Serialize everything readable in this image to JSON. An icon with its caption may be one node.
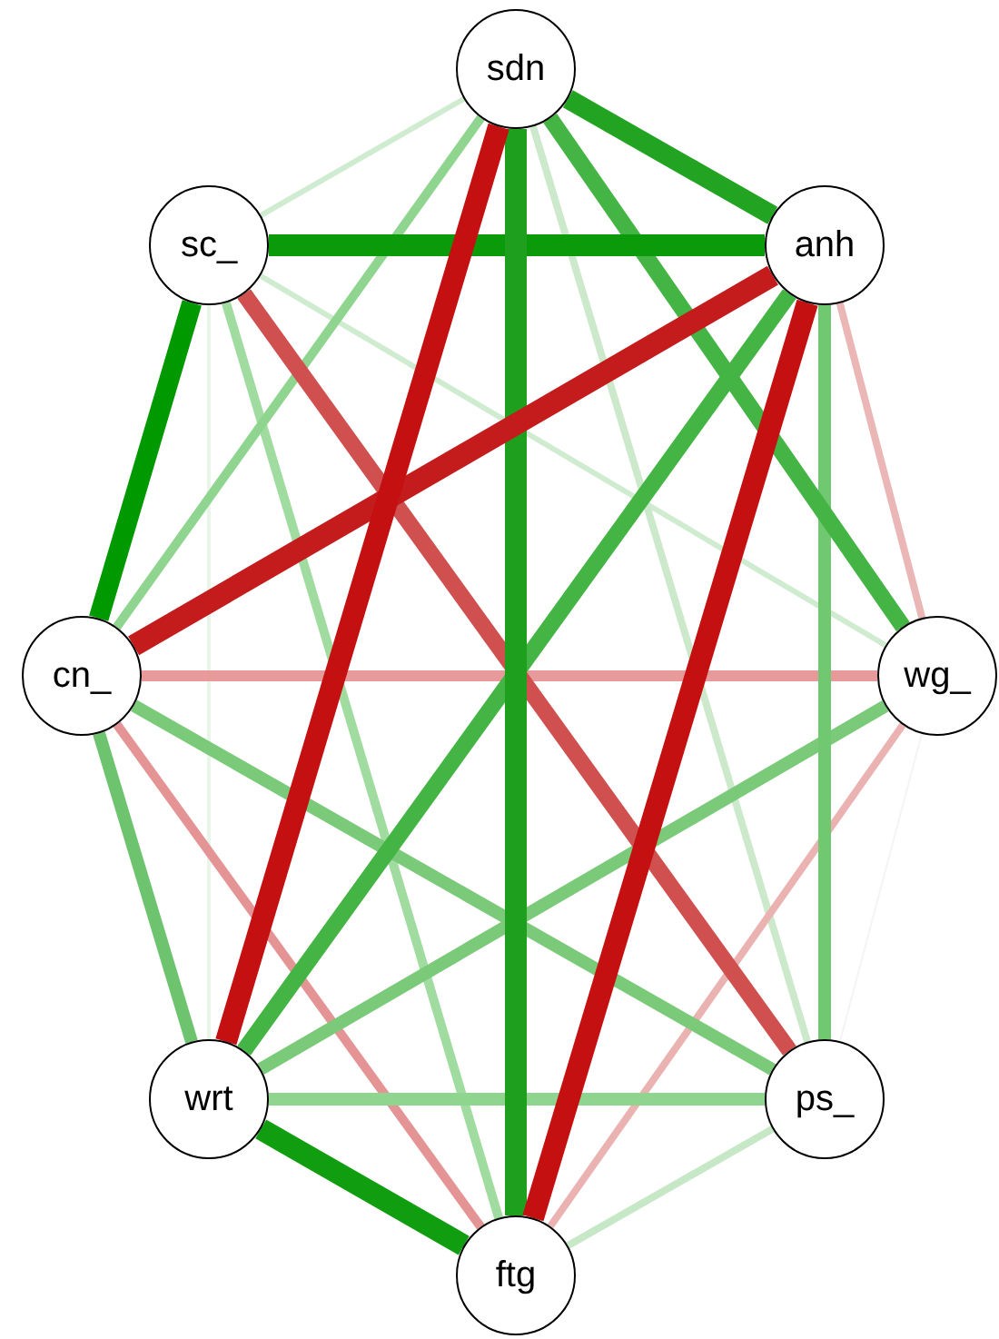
{
  "diagram": {
    "nodes": [
      {
        "text": [
          "sdn"
        ]
      },
      {
        "text": [
          "sc_"
        ]
      },
      {
        "text": [
          "anh"
        ]
      },
      {
        "text": [
          "cn_"
        ]
      },
      {
        "text": [
          "wg_"
        ]
      },
      {
        "text": [
          "wrt"
        ]
      },
      {
        "text": [
          "ps_"
        ]
      },
      {
        "text": [
          "ftg"
        ]
      }
    ],
    "edges": [
      {
        "from": 4,
        "to": 6,
        "arrow": "none",
        "color": "#f4f4f4"
      },
      {
        "from": 1,
        "to": 5,
        "arrow": "none",
        "color": "#e8f6e8"
      },
      {
        "from": 0,
        "to": 1,
        "arrow": "none",
        "color": "#d0ecd0"
      },
      {
        "from": 1,
        "to": 4,
        "arrow": "none",
        "color": "#d0ecd0"
      },
      {
        "from": 0,
        "to": 6,
        "arrow": "none",
        "color": "#cce9cc"
      },
      {
        "from": 6,
        "to": 7,
        "arrow": "none",
        "color": "#c6e8c6"
      },
      {
        "from": 2,
        "to": 4,
        "arrow": "none",
        "color": "#ebb6b6"
      },
      {
        "from": 4,
        "to": 7,
        "arrow": "none",
        "color": "#ebb2b2"
      },
      {
        "from": 3,
        "to": 7,
        "arrow": "none",
        "color": "#e49494"
      },
      {
        "from": 3,
        "to": 4,
        "arrow": "none",
        "color": "#e89a9a"
      },
      {
        "from": 1,
        "to": 7,
        "arrow": "none",
        "color": "#a0dca0"
      },
      {
        "from": 0,
        "to": 3,
        "arrow": "none",
        "color": "#8fd48f"
      },
      {
        "from": 5,
        "to": 6,
        "arrow": "none",
        "color": "#8fd48f"
      },
      {
        "from": 3,
        "to": 6,
        "arrow": "none",
        "color": "#7aca7a"
      },
      {
        "from": 4,
        "to": 5,
        "arrow": "none",
        "color": "#7aca7a"
      },
      {
        "from": 3,
        "to": 5,
        "arrow": "none",
        "color": "#6ec46e"
      },
      {
        "from": 2,
        "to": 6,
        "arrow": "none",
        "color": "#70c870"
      },
      {
        "from": 1,
        "to": 6,
        "arrow": "none",
        "color": "#d05050"
      },
      {
        "from": 0,
        "to": 4,
        "arrow": "none",
        "color": "#44b444"
      },
      {
        "from": 2,
        "to": 5,
        "arrow": "none",
        "color": "#44b444"
      },
      {
        "from": 0,
        "to": 2,
        "arrow": "none",
        "color": "#22a422"
      },
      {
        "from": 1,
        "to": 2,
        "arrow": "none",
        "color": "#0a9a0a"
      },
      {
        "from": 1,
        "to": 3,
        "arrow": "none",
        "color": "#009900"
      },
      {
        "from": 5,
        "to": 7,
        "arrow": "none",
        "color": "#109e10"
      },
      {
        "from": 0,
        "to": 7,
        "arrow": "none",
        "color": "#1ea01e"
      },
      {
        "from": 2,
        "to": 3,
        "arrow": "none",
        "color": "#c41c1c"
      },
      {
        "from": 0,
        "to": 5,
        "arrow": "none",
        "color": "#c41010"
      },
      {
        "from": 2,
        "to": 7,
        "arrow": "none",
        "color": "#c41010"
      }
    ]
  }
}
